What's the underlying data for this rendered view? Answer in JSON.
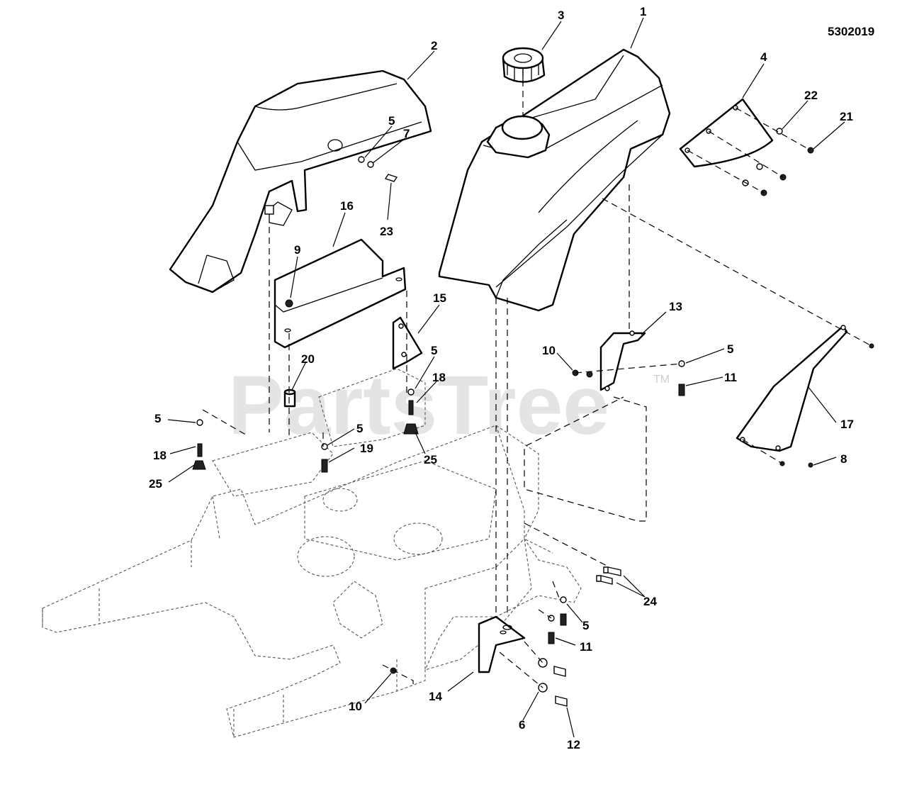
{
  "diagram_code": "5302019",
  "watermark": "PartsTree",
  "trademark": "TM",
  "callouts": {
    "c1": "1",
    "c2": "2",
    "c3": "3",
    "c4": "4",
    "c5a": "5",
    "c5b": "5",
    "c5c": "5",
    "c5d": "5",
    "c5e": "5",
    "c5f": "5",
    "c6": "6",
    "c7": "7",
    "c8": "8",
    "c9": "9",
    "c10a": "10",
    "c10b": "10",
    "c11a": "11",
    "c11b": "11",
    "c12": "12",
    "c13": "13",
    "c14": "14",
    "c15": "15",
    "c16": "16",
    "c17": "17",
    "c18a": "18",
    "c18b": "18",
    "c19": "19",
    "c20": "20",
    "c21": "21",
    "c22": "22",
    "c23": "23",
    "c24": "24",
    "c25a": "25",
    "c25b": "25"
  }
}
